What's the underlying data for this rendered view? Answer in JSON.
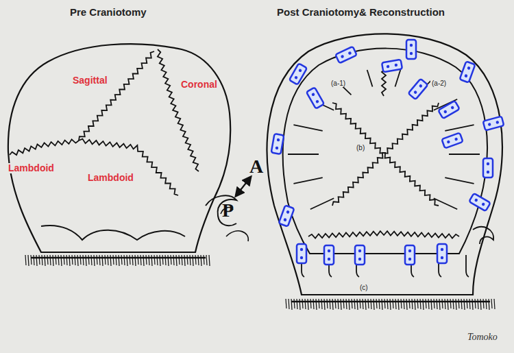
{
  "diagram": {
    "labels": [
      "Pre Craniotomy",
      "Post Craniotomy& Reconstruction",
      "Sagittal",
      "Coronal",
      "Lambdoid",
      "Lambdoid",
      "A",
      "P",
      "(a-1)",
      "(a-2)",
      "(b)",
      "(c)",
      "Tomoko"
    ]
  }
}
